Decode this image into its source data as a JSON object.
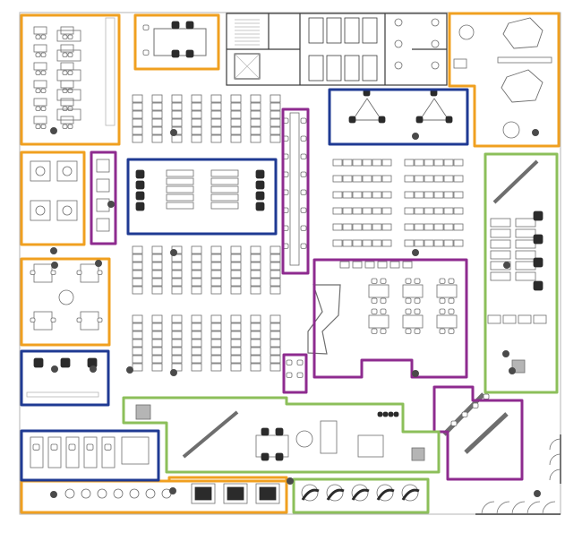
{
  "title": "",
  "colors": {
    "background": "#ffffff",
    "wall": "#3a3a3a",
    "furniture": "#6e6e6e",
    "light": "#b5b5b5",
    "chair_dark": "#2b2b2b",
    "node": "#4a4a4a",
    "zone_orange": "#f0a020",
    "zone_blue": "#1f3a93",
    "zone_purple": "#8e2b8f",
    "zone_green": "#8cbf5a"
  },
  "zones": [
    {
      "id": "orange-training-room",
      "color": "orange",
      "function": "training-room"
    },
    {
      "id": "orange-meeting-nw",
      "color": "orange",
      "function": "small-meeting-room"
    },
    {
      "id": "orange-lounge-ne",
      "color": "orange",
      "function": "lounge"
    },
    {
      "id": "orange-pods-west",
      "color": "orange",
      "function": "team-pods"
    },
    {
      "id": "orange-round-tables-west",
      "color": "orange",
      "function": "collaboration-tables"
    },
    {
      "id": "orange-south-west-strip",
      "color": "orange",
      "function": "touchdown-strip"
    },
    {
      "id": "orange-south-booths",
      "color": "orange",
      "function": "focus-booths"
    },
    {
      "id": "blue-drafting-cluster",
      "color": "blue",
      "function": "workstation-cluster"
    },
    {
      "id": "blue-tri-pods",
      "color": "blue",
      "function": "tri-pod-workstations"
    },
    {
      "id": "blue-lounge-west",
      "color": "blue",
      "function": "lounge-chairs"
    },
    {
      "id": "blue-benching-sw",
      "color": "blue",
      "function": "benching"
    },
    {
      "id": "purple-narrow-west",
      "color": "purple",
      "function": "phone-rooms"
    },
    {
      "id": "purple-column",
      "color": "purple",
      "function": "standing-bar"
    },
    {
      "id": "purple-cafe",
      "color": "purple",
      "function": "cafe"
    },
    {
      "id": "purple-small-column",
      "color": "purple",
      "function": "standing-bar"
    },
    {
      "id": "purple-se-room",
      "color": "purple",
      "function": "project-room"
    },
    {
      "id": "green-east-strip",
      "color": "green",
      "function": "open-workstations"
    },
    {
      "id": "green-south-lab",
      "color": "green",
      "function": "lab-workstations"
    },
    {
      "id": "green-south-pods",
      "color": "green",
      "function": "lounge-pods"
    }
  ]
}
